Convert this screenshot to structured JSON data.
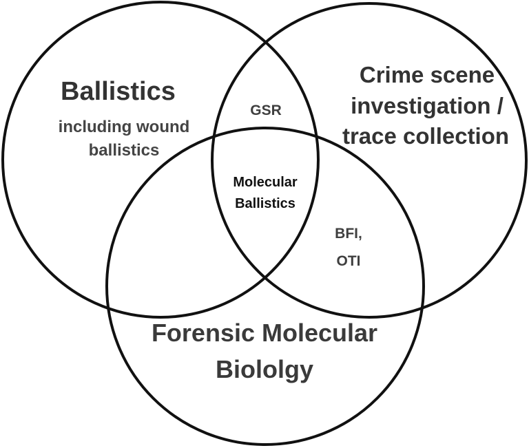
{
  "circles": {
    "ballistics": {
      "title": "Ballistics",
      "subtitle_line1": "including wound",
      "subtitle_line2": "ballistics"
    },
    "crime_scene": {
      "line1": "Crime scene",
      "line2": "investigation /",
      "line3": "trace collection"
    },
    "forensic": {
      "line1": "Forensic Molecular",
      "line2": "Biololgy"
    }
  },
  "intersections": {
    "ballistics_crime": "GSR",
    "crime_forensic_line1": "BFI,",
    "crime_forensic_line2": "OTI",
    "center_line1": "Molecular",
    "center_line2": "Ballistics"
  }
}
